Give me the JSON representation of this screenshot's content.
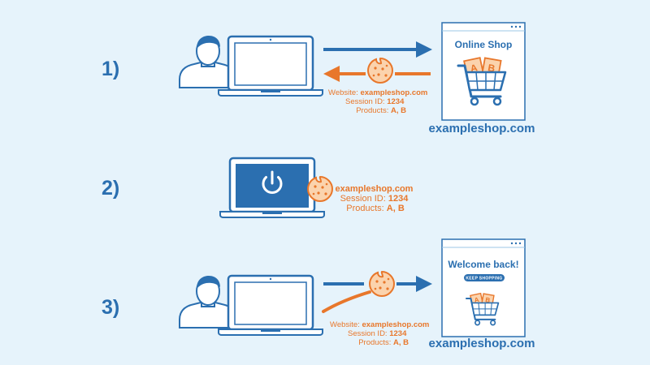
{
  "steps": {
    "one": {
      "label": "1)",
      "cookie_lines": [
        {
          "prefix": "Website: ",
          "value": "exampleshop.com"
        },
        {
          "prefix": "Session ID: ",
          "value": "1234"
        },
        {
          "prefix": "Products: ",
          "value": "A, B"
        }
      ],
      "shop_title": "Online Shop",
      "box_letters": [
        "A",
        "B"
      ],
      "domain": "exampleshop.com"
    },
    "two": {
      "label": "2)",
      "cookie_lines": [
        {
          "prefix": "",
          "value": "exampleshop.com"
        },
        {
          "prefix": "Session ID: ",
          "value": "1234"
        },
        {
          "prefix": "Products: ",
          "value": "A, B"
        }
      ]
    },
    "three": {
      "label": "3)",
      "cookie_lines": [
        {
          "prefix": "Website: ",
          "value": "exampleshop.com"
        },
        {
          "prefix": "Session ID: ",
          "value": "1234"
        },
        {
          "prefix": "Products: ",
          "value": "A, B"
        }
      ],
      "welcome_title": "Welcome back!",
      "keep_shopping": "KEEP SHOPPING",
      "box_letters": [
        "A",
        "B"
      ],
      "domain": "exampleshop.com"
    }
  },
  "colors": {
    "blue": "#2b6fb0",
    "orange": "#e8772b",
    "background": "#e6f3fb"
  }
}
